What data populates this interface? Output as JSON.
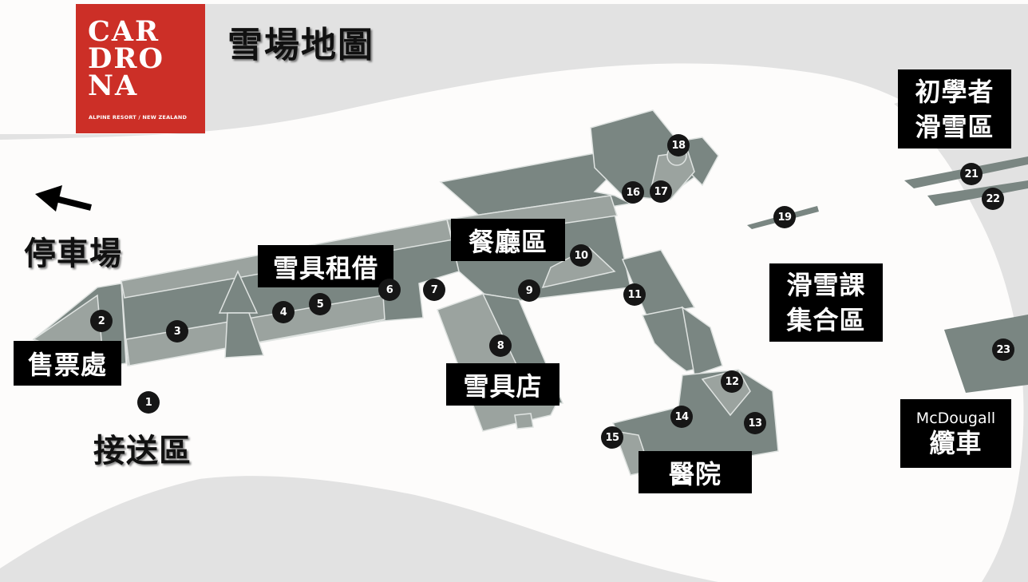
{
  "logo": {
    "text": "CARDRONA",
    "lines": [
      "CAR",
      "DRO",
      "NA"
    ],
    "tagline": "ALPINE RESORT / NEW ZEALAND",
    "color": "#cc2f27"
  },
  "title": "雪場地圖",
  "colors": {
    "building_dark": "#7a8682",
    "building_light": "#9ba39f",
    "band": "#e2e2e2",
    "marker": "#161616"
  },
  "directions": {
    "parking": {
      "label": "停車場",
      "icon": "arrow-up-left-icon"
    }
  },
  "plain_labels": {
    "dropoff": "接送區"
  },
  "tags": {
    "ticket_office": "售票處",
    "rental": "雪具租借",
    "dining": "餐廳區",
    "shop": "雪具店",
    "medical": "醫院",
    "lesson_meeting": [
      "滑雪課",
      "集合區"
    ],
    "beginner_area": [
      "初學者",
      "滑雪區"
    ],
    "mcdougall_en": "McDougall",
    "mcdougall_zh": "纜車"
  },
  "markers": [
    "1",
    "2",
    "3",
    "4",
    "5",
    "6",
    "7",
    "8",
    "9",
    "10",
    "11",
    "12",
    "13",
    "14",
    "15",
    "16",
    "17",
    "18",
    "19",
    "21",
    "22",
    "23"
  ]
}
